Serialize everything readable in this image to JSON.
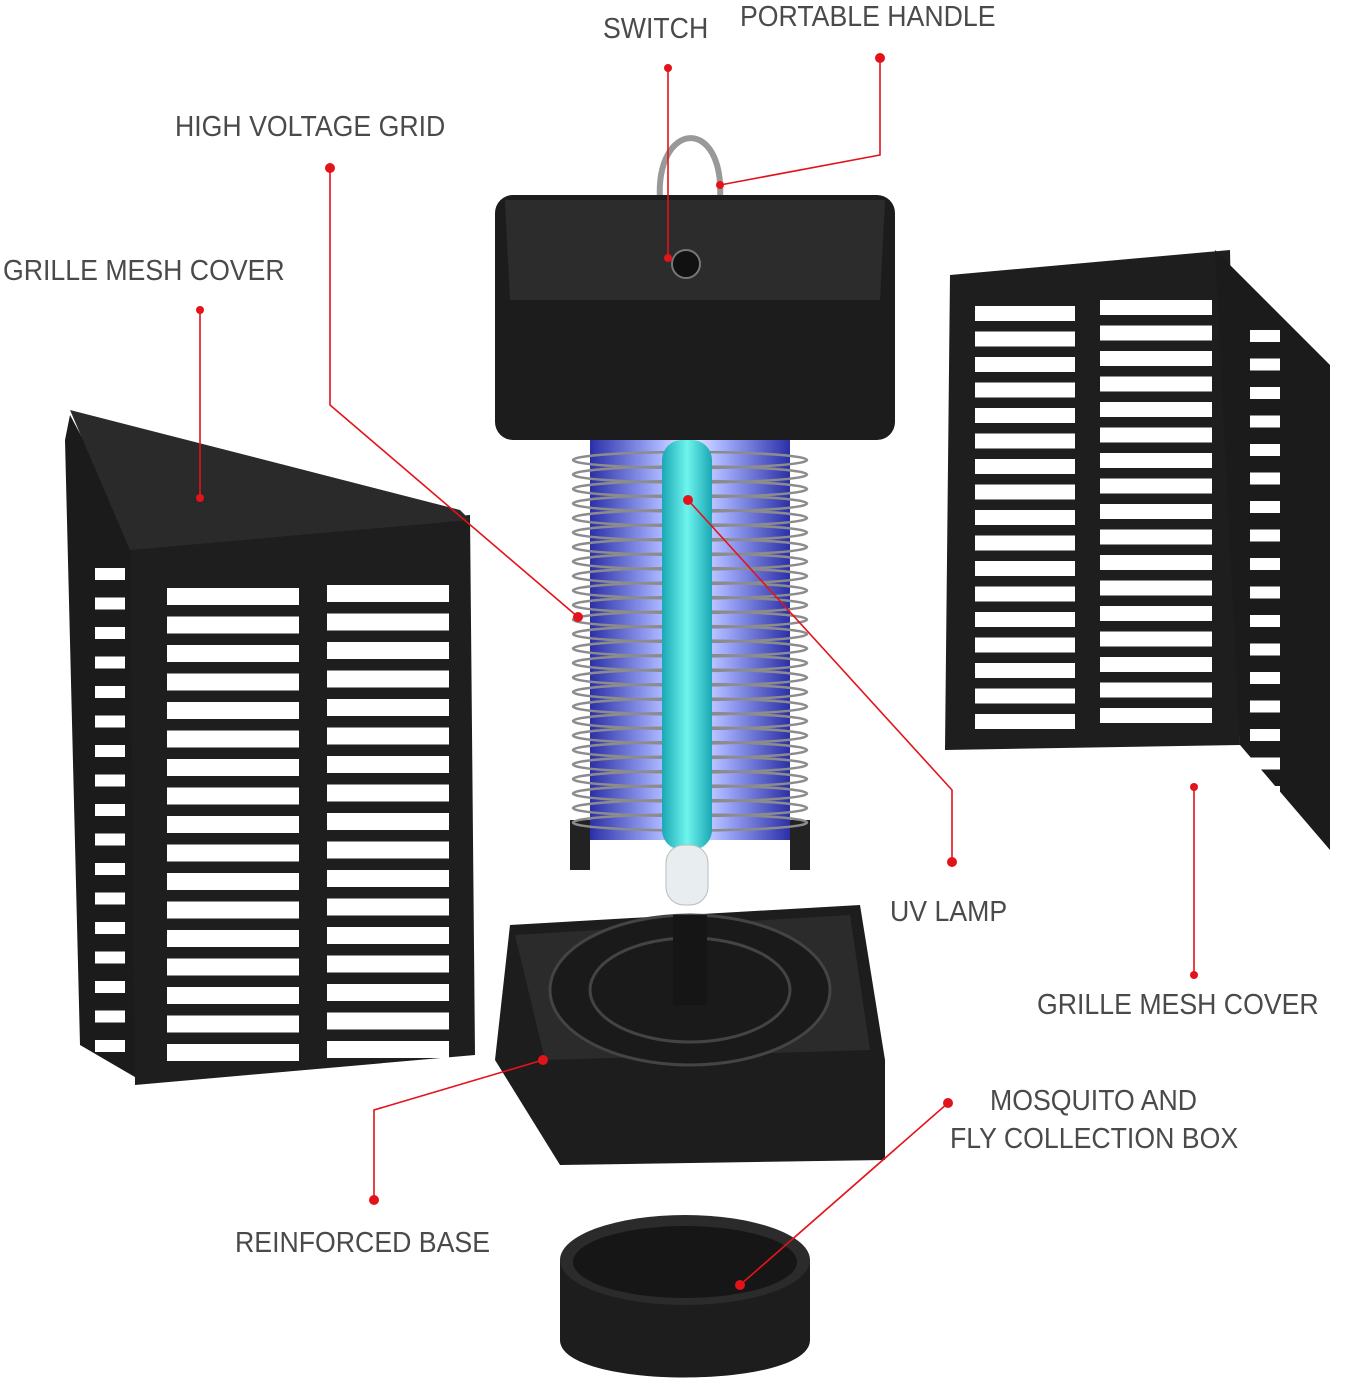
{
  "labels": {
    "switch": "SWITCH",
    "portable_handle": "PORTABLE HANDLE",
    "high_voltage_grid": "HIGH VOLTAGE GRID",
    "grille_left": "GRILLE MESH COVER",
    "uv_lamp": "UV LAMP",
    "grille_right": "GRILLE MESH COVER",
    "collection_line1": "MOSQUITO AND",
    "collection_line2": "FLY COLLECTION BOX",
    "reinforced_base": "REINFORCED BASE"
  },
  "colors": {
    "callout": "#e3131b",
    "label": "#4a4a4a",
    "body": "#1e1e1e",
    "uv": "#3fd6d0",
    "glow": "#3b3fd1"
  }
}
